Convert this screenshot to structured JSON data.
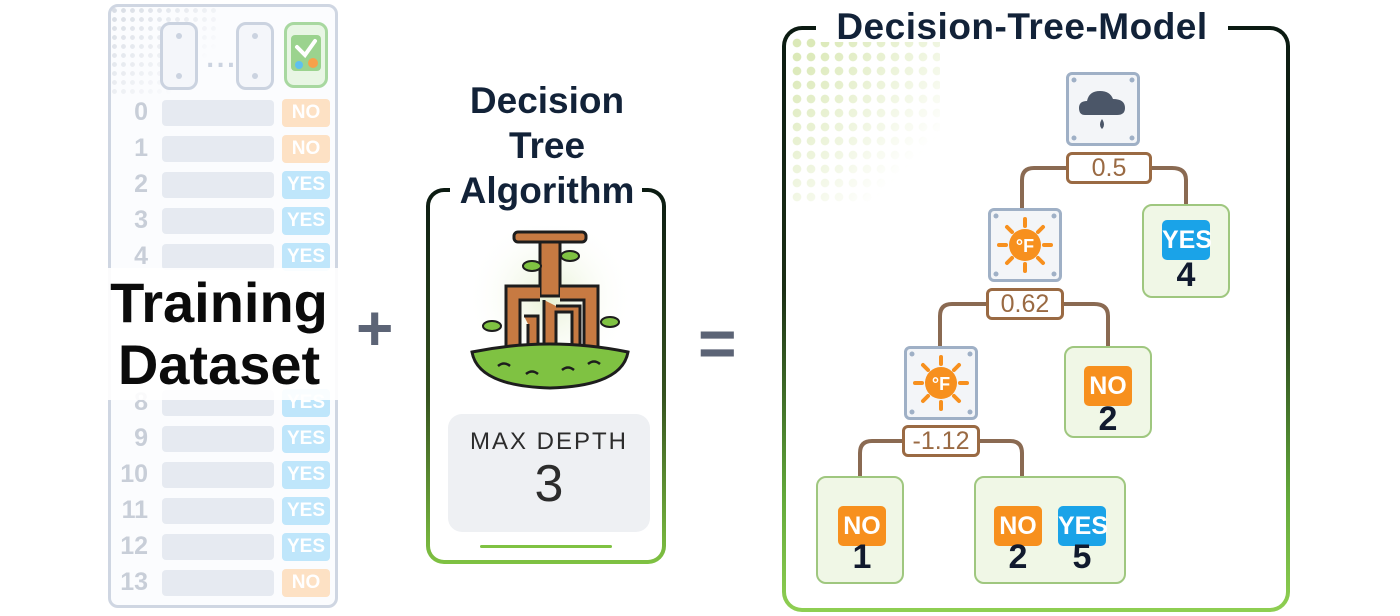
{
  "dataset": {
    "title_line1": "Training",
    "title_line2": "Dataset",
    "ellipsis": "...",
    "rows": [
      {
        "index": "0",
        "label": "NO"
      },
      {
        "index": "1",
        "label": "NO"
      },
      {
        "index": "2",
        "label": "YES"
      },
      {
        "index": "3",
        "label": "YES"
      },
      {
        "index": "4",
        "label": "YES"
      },
      {
        "index": "8",
        "label": "YES"
      },
      {
        "index": "9",
        "label": "YES"
      },
      {
        "index": "10",
        "label": "YES"
      },
      {
        "index": "11",
        "label": "YES"
      },
      {
        "index": "12",
        "label": "YES"
      },
      {
        "index": "13",
        "label": "NO"
      }
    ]
  },
  "operators": {
    "plus": "+",
    "equals": "="
  },
  "algorithm": {
    "title_line1": "Decision",
    "title_line2": "Tree",
    "title_line3": "Algorithm",
    "icon": "tree-roots-icon",
    "max_depth_label": "MAX DEPTH",
    "max_depth_value": "3"
  },
  "model": {
    "title": "Decision-Tree-Model",
    "nodes": {
      "root": {
        "icon": "rain-cloud-icon",
        "threshold": "0.5"
      },
      "second": {
        "icon": "temperature-sun-icon",
        "badge_text": "°F",
        "threshold": "0.62"
      },
      "third": {
        "icon": "temperature-sun-icon",
        "badge_text": "°F",
        "threshold": "-1.12"
      }
    },
    "leaves": {
      "leaf_yes_4": {
        "label": "YES",
        "count": "4"
      },
      "leaf_no_2": {
        "label": "NO",
        "count": "2"
      },
      "leaf_no_1": {
        "label": "NO",
        "count": "1"
      },
      "leaf_mixed": {
        "label_a": "NO",
        "count_a": "2",
        "label_b": "YES",
        "count_b": "5"
      }
    }
  },
  "colors": {
    "no": "#f7901e",
    "yes": "#1aa3e8",
    "threshold": "#9a6a43",
    "leaf_border": "#9fc77f",
    "frame_dark": "#0b1a12",
    "frame_green": "#7fc242"
  }
}
